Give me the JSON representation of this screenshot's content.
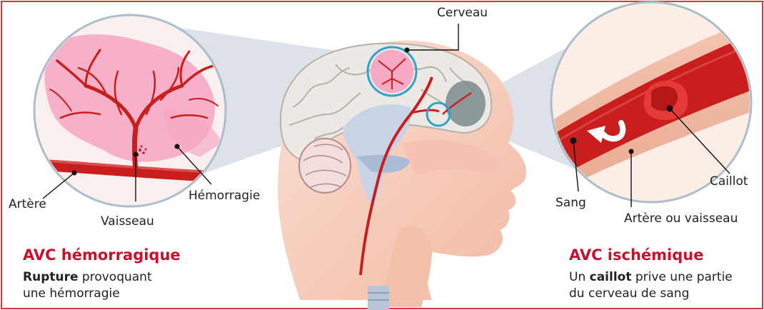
{
  "labels": {
    "cerveau": "Cerveau",
    "artere": "Artère",
    "vaisseau": "Vaisseau",
    "hemorragie": "Hémorragie",
    "sang": "Sang",
    "caillot": "Caillot",
    "artere_ou_vaisseau": "Artère ou vaisseau"
  },
  "hemorrhagic": {
    "title": "AVC hémorragique",
    "desc_bold": "Rupture",
    "desc_rest_1": " provoquant",
    "desc_line_2": "une hémorragie"
  },
  "ischemic": {
    "title": "AVC ischémique",
    "desc_start": "Un ",
    "desc_bold": "caillot",
    "desc_rest_1": " prive une partie",
    "desc_line_2": "du cerveau de sang"
  },
  "colors": {
    "accent": "#c8102e",
    "frame": "#d33a3a",
    "artery": "#c81e1e",
    "hemorrhage": "#f6a8c4",
    "projection": "#d6dde3",
    "skin": "#f7cbb8"
  }
}
